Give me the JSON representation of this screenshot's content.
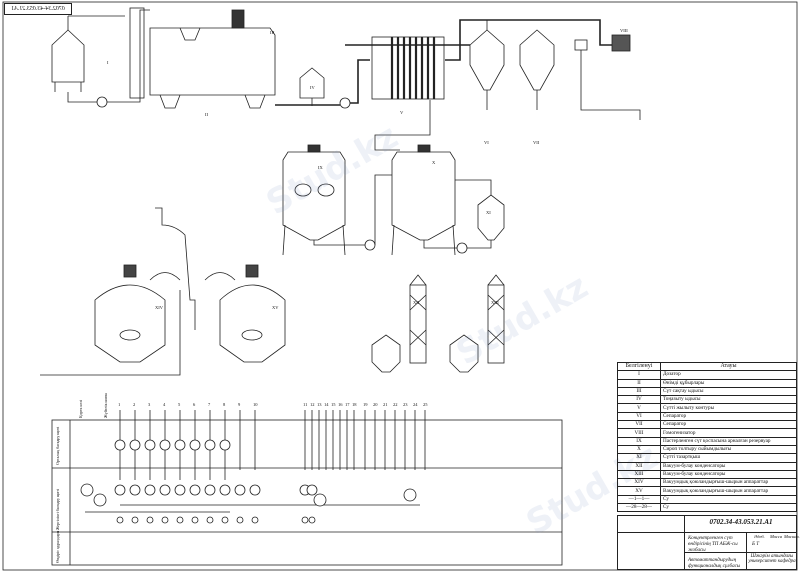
{
  "drawing": {
    "mirrored_code": "0702.34-43.053.21.A1",
    "watermark": "Stud.kz"
  },
  "equipment_tags": [
    "I",
    "II",
    "III",
    "IV",
    "V",
    "VI",
    "VII",
    "VIII",
    "IX",
    "X",
    "XI",
    "XII",
    "XIII",
    "XIV",
    "XV"
  ],
  "legend": {
    "header_code": "Белгіленуі",
    "header_name": "Атауы",
    "rows": [
      {
        "code": "I",
        "name": "Дозатор"
      },
      {
        "code": "II",
        "name": "Өнімді құбырлары"
      },
      {
        "code": "III",
        "name": "Сүт сақтау ыдысы"
      },
      {
        "code": "IV",
        "name": "Тоңазыту ыдысы"
      },
      {
        "code": "V",
        "name": "Сүтті жылыту контуры"
      },
      {
        "code": "VI",
        "name": "Сепаратор"
      },
      {
        "code": "VII",
        "name": "Сепаратор"
      },
      {
        "code": "VIII",
        "name": "Гомогенизатор"
      },
      {
        "code": "IX",
        "name": "Пастерленген сүт қоспасына арналған резервуар"
      },
      {
        "code": "X",
        "name": "Сироп толтыру сыйымдылығы"
      },
      {
        "code": "XI",
        "name": "Сүтті тазартқыш"
      },
      {
        "code": "XII",
        "name": "Вакуум-булау конденсаторы"
      },
      {
        "code": "XIII",
        "name": "Вакуум-булау конденсаторы"
      },
      {
        "code": "XIV",
        "name": "Вакуумдық қоюландырғыш-шырын аппараттар"
      },
      {
        "code": "XV",
        "name": "Вакуумдық қоюландырғыш-шырын аппараттар"
      },
      {
        "code": "—1—1—",
        "name": "Су"
      },
      {
        "code": "—28—28—",
        "name": "Су"
      }
    ]
  },
  "title_block": {
    "code": "0702.34-43.053.21.A1",
    "project": "Концентрленген сүт өндірісінің ТП АБЖ-сы жобасы",
    "sheet_title": "Автоматтандырудың функционалдық сұлбасы",
    "stage": "Б Т",
    "organization": "Шәкәрім атындағы университет кафедра",
    "col_headers": [
      "Әдеб.",
      "Масса",
      "Масшт."
    ]
  },
  "panel": {
    "row_labels": [
      "Орталық басқару щиті",
      "Жергілікті басқару щиті",
      "Өндіріс құралдары"
    ],
    "column_numbers": [
      "1",
      "2",
      "3",
      "4",
      "5",
      "6",
      "7",
      "8",
      "9",
      "10",
      "11",
      "12",
      "13",
      "14",
      "15",
      "16",
      "17",
      "18",
      "19",
      "20",
      "21",
      "22",
      "23",
      "24",
      "25"
    ],
    "side_labels": [
      "Қорек көзі",
      "Жүйелік шина"
    ]
  }
}
